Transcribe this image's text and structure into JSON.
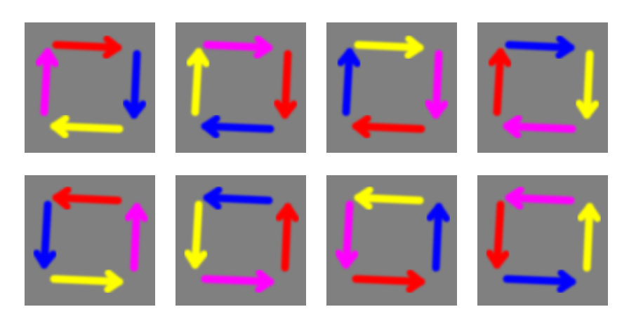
{
  "colors": {
    "red": "#ff0000",
    "blue": "#0000ff",
    "yellow": "#ffff00",
    "magenta": "#ff00ff",
    "tile_background": "#808080",
    "page_background": "#ffffff"
  },
  "tiles": [
    {
      "top": "red",
      "right": "blue",
      "bottom": "yellow",
      "left": "magenta",
      "rotation": "clockwise"
    },
    {
      "top": "magenta",
      "right": "red",
      "bottom": "blue",
      "left": "yellow",
      "rotation": "clockwise"
    },
    {
      "top": "yellow",
      "right": "magenta",
      "bottom": "red",
      "left": "blue",
      "rotation": "clockwise"
    },
    {
      "top": "blue",
      "right": "yellow",
      "bottom": "magenta",
      "left": "red",
      "rotation": "clockwise"
    },
    {
      "top": "red",
      "right": "magenta",
      "bottom": "yellow",
      "left": "blue",
      "rotation": "counterclockwise"
    },
    {
      "top": "blue",
      "right": "red",
      "bottom": "magenta",
      "left": "yellow",
      "rotation": "counterclockwise"
    },
    {
      "top": "yellow",
      "right": "blue",
      "bottom": "red",
      "left": "magenta",
      "rotation": "counterclockwise"
    },
    {
      "top": "magenta",
      "right": "yellow",
      "bottom": "blue",
      "left": "red",
      "rotation": "counterclockwise"
    }
  ]
}
